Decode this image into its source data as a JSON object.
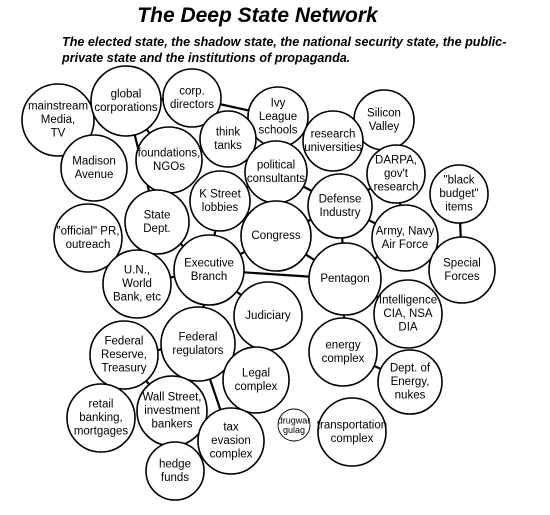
{
  "title": "The Deep State Network",
  "subtitle": "The elected state, the shadow state, the national security state, the public-private state and the institutions of propaganda.",
  "nodes": [
    {
      "id": "mainstream-media",
      "lines": [
        "mainstream",
        "Media,",
        "TV"
      ]
    },
    {
      "id": "global-corporations",
      "lines": [
        "global",
        "corporations"
      ]
    },
    {
      "id": "corp-directors",
      "lines": [
        "corp.",
        "directors"
      ]
    },
    {
      "id": "ivy-league",
      "lines": [
        "Ivy",
        "League",
        "schools"
      ]
    },
    {
      "id": "silicon-valley",
      "lines": [
        "Silicon",
        "Valley"
      ]
    },
    {
      "id": "think-tanks",
      "lines": [
        "think",
        "tanks"
      ]
    },
    {
      "id": "research-universities",
      "lines": [
        "research",
        "universities"
      ]
    },
    {
      "id": "madison-avenue",
      "lines": [
        "Madison",
        "Avenue"
      ]
    },
    {
      "id": "foundations-ngos",
      "lines": [
        "foundations,",
        "NGOs"
      ]
    },
    {
      "id": "political-consultants",
      "lines": [
        "political",
        "consultants"
      ]
    },
    {
      "id": "darpa",
      "lines": [
        "DARPA,",
        "gov't",
        "research"
      ]
    },
    {
      "id": "black-budget",
      "lines": [
        "\"black",
        "budget\"",
        "items"
      ]
    },
    {
      "id": "k-street",
      "lines": [
        "K Street",
        "lobbies"
      ]
    },
    {
      "id": "defense-industry",
      "lines": [
        "Defense",
        "Industry"
      ]
    },
    {
      "id": "state-dept",
      "lines": [
        "State",
        "Dept."
      ]
    },
    {
      "id": "official-pr",
      "lines": [
        "\"official\" PR,",
        "outreach"
      ]
    },
    {
      "id": "congress",
      "lines": [
        "Congress"
      ]
    },
    {
      "id": "army-navy-af",
      "lines": [
        "Army, Navy",
        "Air Force"
      ]
    },
    {
      "id": "special-forces",
      "lines": [
        "Special",
        "Forces"
      ]
    },
    {
      "id": "un-world-bank",
      "lines": [
        "U.N.,",
        "World",
        "Bank, etc"
      ]
    },
    {
      "id": "executive-branch",
      "lines": [
        "Executive",
        "Branch"
      ]
    },
    {
      "id": "pentagon",
      "lines": [
        "Pentagon"
      ]
    },
    {
      "id": "intelligence",
      "lines": [
        "Intelligence",
        "CIA, NSA",
        "DIA"
      ]
    },
    {
      "id": "judiciary",
      "lines": [
        "Judiciary"
      ]
    },
    {
      "id": "federal-regulators",
      "lines": [
        "Federal",
        "regulators"
      ]
    },
    {
      "id": "federal-reserve",
      "lines": [
        "Federal",
        "Reserve,",
        "Treasury"
      ]
    },
    {
      "id": "energy-complex",
      "lines": [
        "energy",
        "complex"
      ]
    },
    {
      "id": "dept-energy",
      "lines": [
        "Dept. of",
        "Energy,",
        "nukes"
      ]
    },
    {
      "id": "legal-complex",
      "lines": [
        "Legal",
        "complex"
      ]
    },
    {
      "id": "retail-banking",
      "lines": [
        "retail",
        "banking,",
        "mortgages"
      ]
    },
    {
      "id": "wall-street",
      "lines": [
        "Wall Street,",
        "investment",
        "bankers"
      ]
    },
    {
      "id": "drugwar-gulag",
      "lines": [
        "drugwar",
        "gulag"
      ]
    },
    {
      "id": "transportation",
      "lines": [
        "transportation",
        "complex"
      ]
    },
    {
      "id": "tax-evasion",
      "lines": [
        "tax",
        "evasion",
        "complex"
      ]
    },
    {
      "id": "hedge-funds",
      "lines": [
        "hedge",
        "funds"
      ]
    }
  ]
}
